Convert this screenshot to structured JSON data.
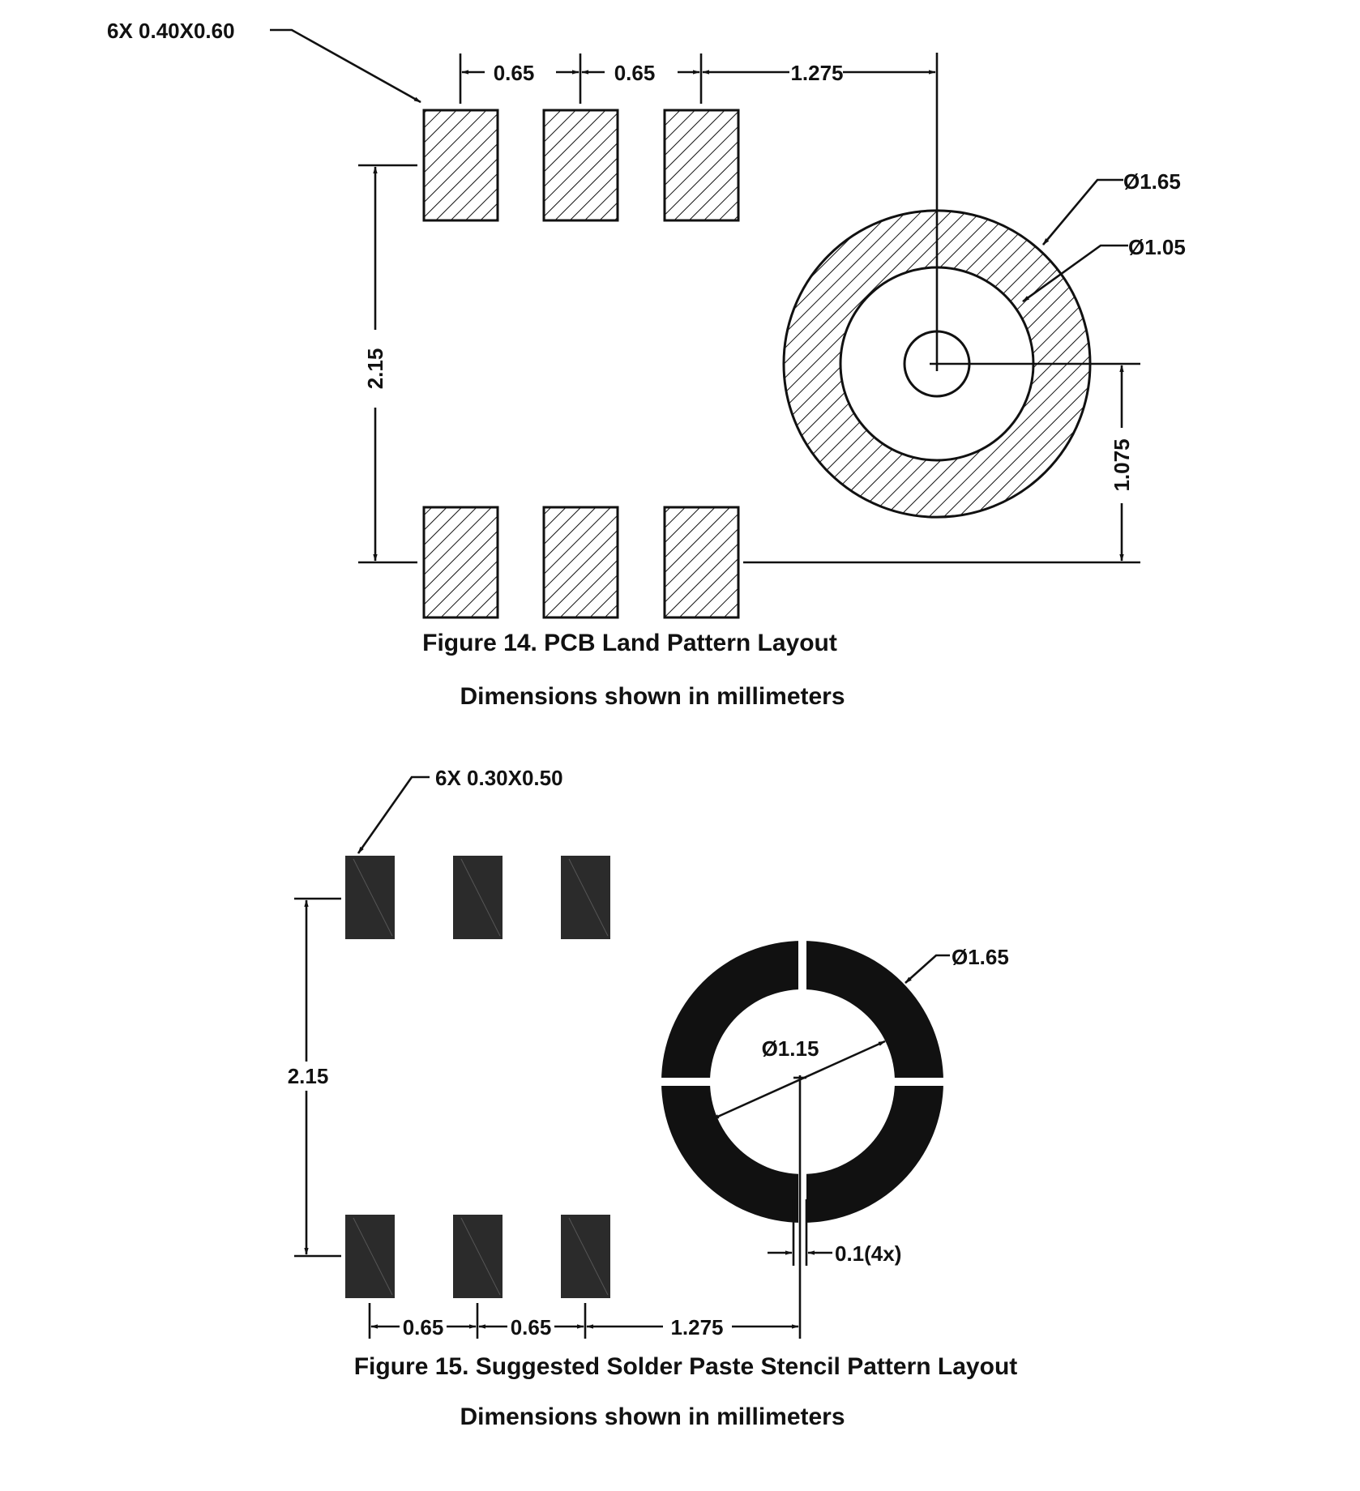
{
  "figure14": {
    "callout": "6X 0.40X0.60",
    "pitch_1": "0.65",
    "pitch_2": "0.65",
    "offset": "1.275",
    "outer_diameter": "Ø1.65",
    "inner_diameter": "Ø1.05",
    "row_spacing": "2.15",
    "center_height": "1.075",
    "caption": "Figure 14. PCB Land Pattern Layout",
    "subcaption": "Dimensions shown in millimeters"
  },
  "figure15": {
    "callout": "6X 0.30X0.50",
    "outer_diameter": "Ø1.65",
    "inner_diameter": "Ø1.15",
    "row_spacing": "2.15",
    "gap": "0.1(4x)",
    "pitch_1": "0.65",
    "pitch_2": "0.65",
    "offset": "1.275",
    "caption": "Figure 15. Suggested Solder Paste Stencil Pattern Layout",
    "subcaption": "Dimensions shown in millimeters"
  },
  "colors": {
    "ink": "#111111",
    "stencil": "#2b2b2b",
    "background": "#ffffff"
  }
}
